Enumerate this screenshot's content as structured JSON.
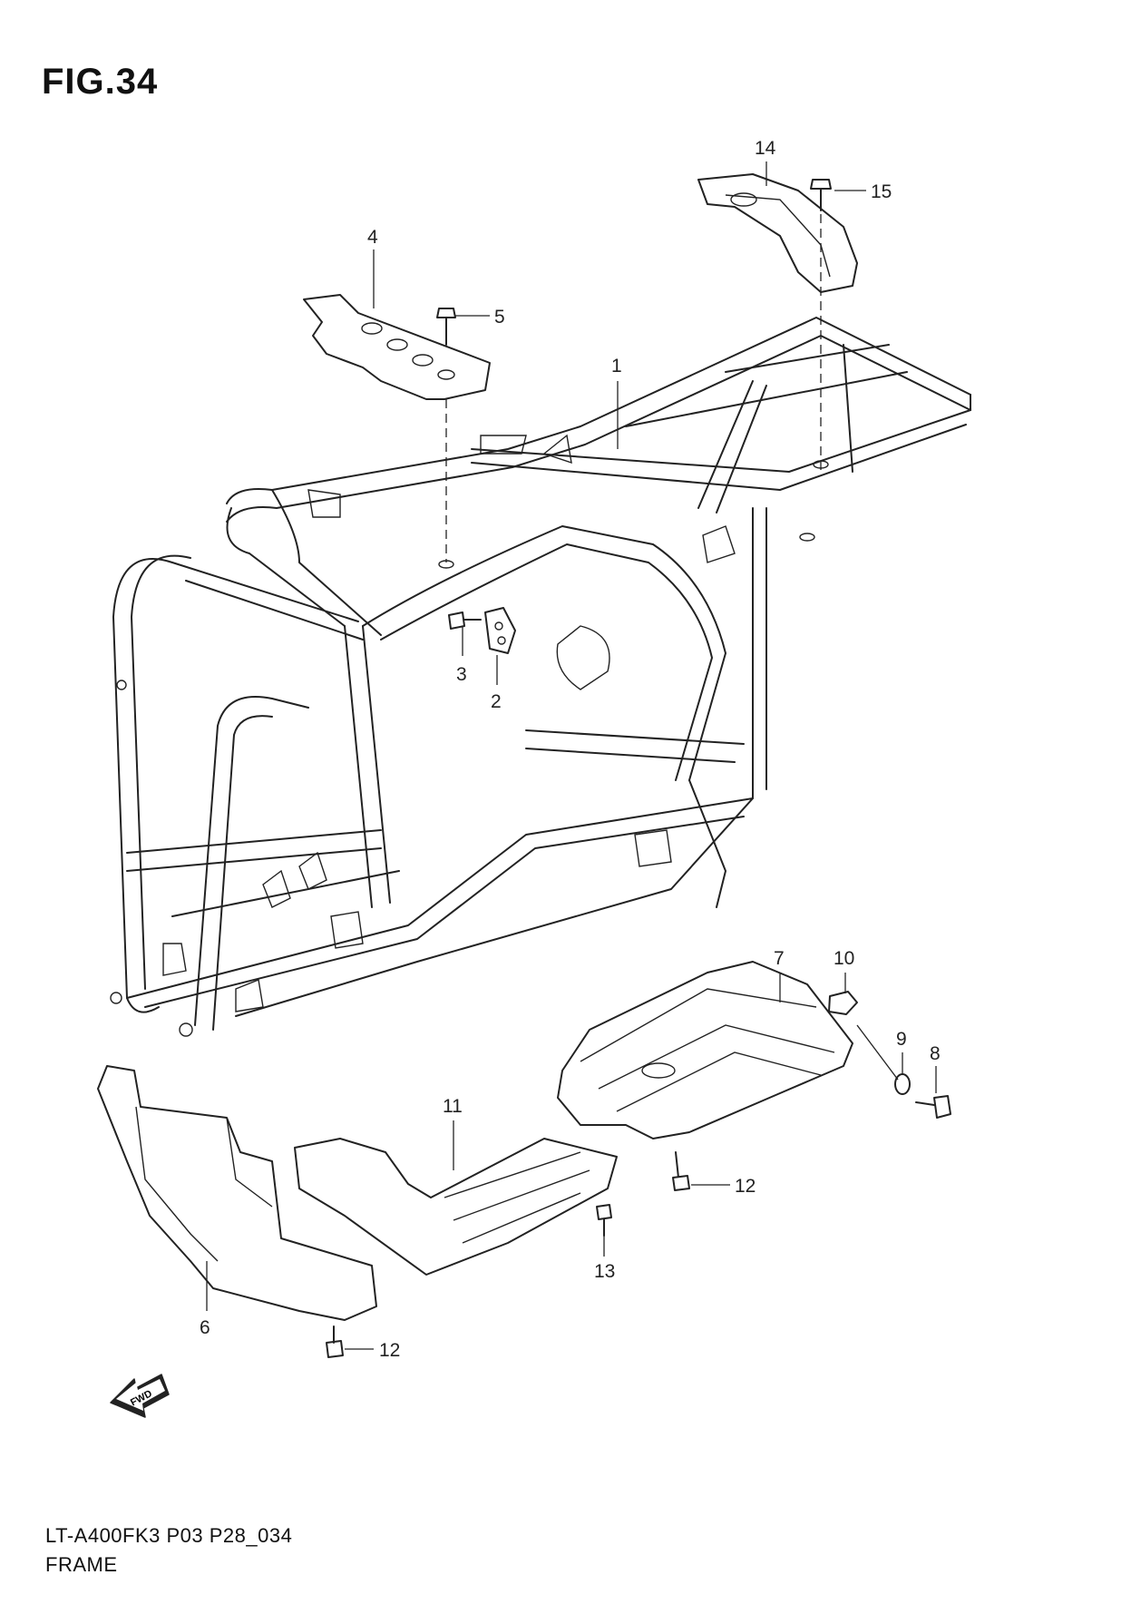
{
  "figure": {
    "title": "FIG.34"
  },
  "footer": {
    "model_code": "LT-A400FK3 P03 P28_034",
    "section_name": "FRAME"
  },
  "fwd_arrow": {
    "label": "FWD"
  },
  "callouts": [
    {
      "id": "c1",
      "text": "1"
    },
    {
      "id": "c2",
      "text": "2"
    },
    {
      "id": "c3",
      "text": "3"
    },
    {
      "id": "c4",
      "text": "4"
    },
    {
      "id": "c5",
      "text": "5"
    },
    {
      "id": "c6",
      "text": "6"
    },
    {
      "id": "c7",
      "text": "7"
    },
    {
      "id": "c8",
      "text": "8"
    },
    {
      "id": "c9",
      "text": "9"
    },
    {
      "id": "c10",
      "text": "10"
    },
    {
      "id": "c11",
      "text": "11"
    },
    {
      "id": "c12a",
      "text": "12"
    },
    {
      "id": "c12b",
      "text": "12"
    },
    {
      "id": "c13",
      "text": "13"
    },
    {
      "id": "c14",
      "text": "14"
    },
    {
      "id": "c15",
      "text": "15"
    }
  ]
}
